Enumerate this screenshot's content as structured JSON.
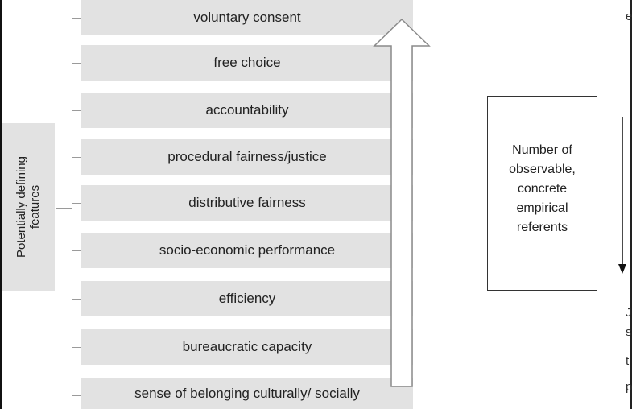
{
  "diagram": {
    "side_label": "Potentially defining\nfeatures",
    "features": [
      "voluntary consent",
      "free choice",
      "accountability",
      "procedural fairness/justice",
      "distributive fairness",
      "socio-economic performance",
      "efficiency",
      "bureaucratic capacity",
      "sense of belonging culturally/ socially"
    ],
    "box_text": "Number of\nobservable,\nconcrete\nempirical\nreferents"
  },
  "edge_glyphs": [
    "e",
    "J",
    "s",
    "t",
    "p"
  ],
  "colors": {
    "bar_fill": "#e2e2e2",
    "line": "#9a9a9a",
    "text": "#222222"
  }
}
